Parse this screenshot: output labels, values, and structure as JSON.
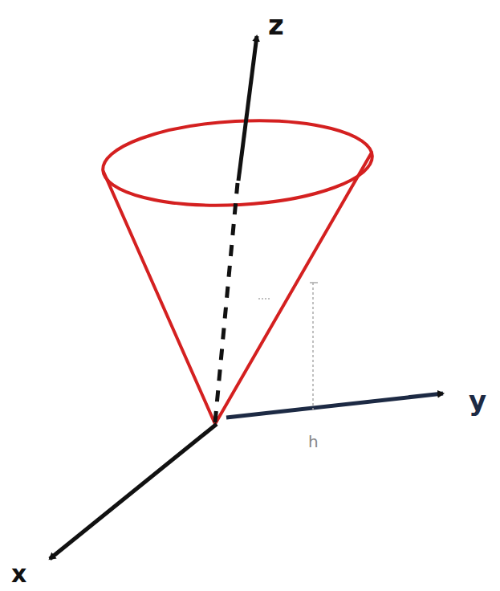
{
  "diagram": {
    "labels": [
      "z",
      "y",
      "x",
      "h"
    ]
  }
}
